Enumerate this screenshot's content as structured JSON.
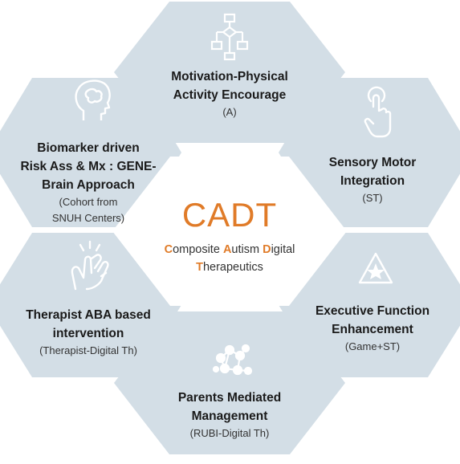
{
  "center": {
    "title": "CADT",
    "sub_line1": [
      {
        "first": "C",
        "rest": "omposite "
      },
      {
        "first": "A",
        "rest": "utism "
      },
      {
        "first": "D",
        "rest": "igital"
      }
    ],
    "sub_line2": {
      "first": "T",
      "rest": "herapeutics"
    }
  },
  "modules": [
    {
      "id": "top",
      "title_lines": [
        "Motivation-Physical",
        "Activity Encourage"
      ],
      "sub_lines": [
        "(A)"
      ],
      "icon": "flowchart-icon"
    },
    {
      "id": "upper-right",
      "title_lines": [
        "Sensory Motor",
        "Integration"
      ],
      "sub_lines": [
        "(ST)"
      ],
      "icon": "touch-hand-icon"
    },
    {
      "id": "lower-right",
      "title_lines": [
        "Executive Function",
        "Enhancement"
      ],
      "sub_lines": [
        "(Game+ST)"
      ],
      "icon": "warning-triangle-icon"
    },
    {
      "id": "bottom",
      "title_lines": [
        "Parents Mediated",
        "Management"
      ],
      "sub_lines": [
        "(RUBI-Digital Th)"
      ],
      "icon": "network-people-icon"
    },
    {
      "id": "lower-left",
      "title_lines": [
        "Therapist ABA based",
        "intervention"
      ],
      "sub_lines": [
        "(Therapist-Digital Th)"
      ],
      "icon": "clapping-hands-icon"
    },
    {
      "id": "upper-left",
      "title_lines": [
        "Biomarker driven",
        "Risk Ass & Mx : GENE-",
        "Brain Approach"
      ],
      "sub_lines": [
        "(Cohort from",
        "SNUH Centers)"
      ],
      "icon": "brain-head-icon"
    }
  ],
  "colors": {
    "hex_fill": "#d3dee6",
    "hex_inner": "#e4ebf0",
    "accent": "#e07b28",
    "icon": "#ffffff"
  }
}
